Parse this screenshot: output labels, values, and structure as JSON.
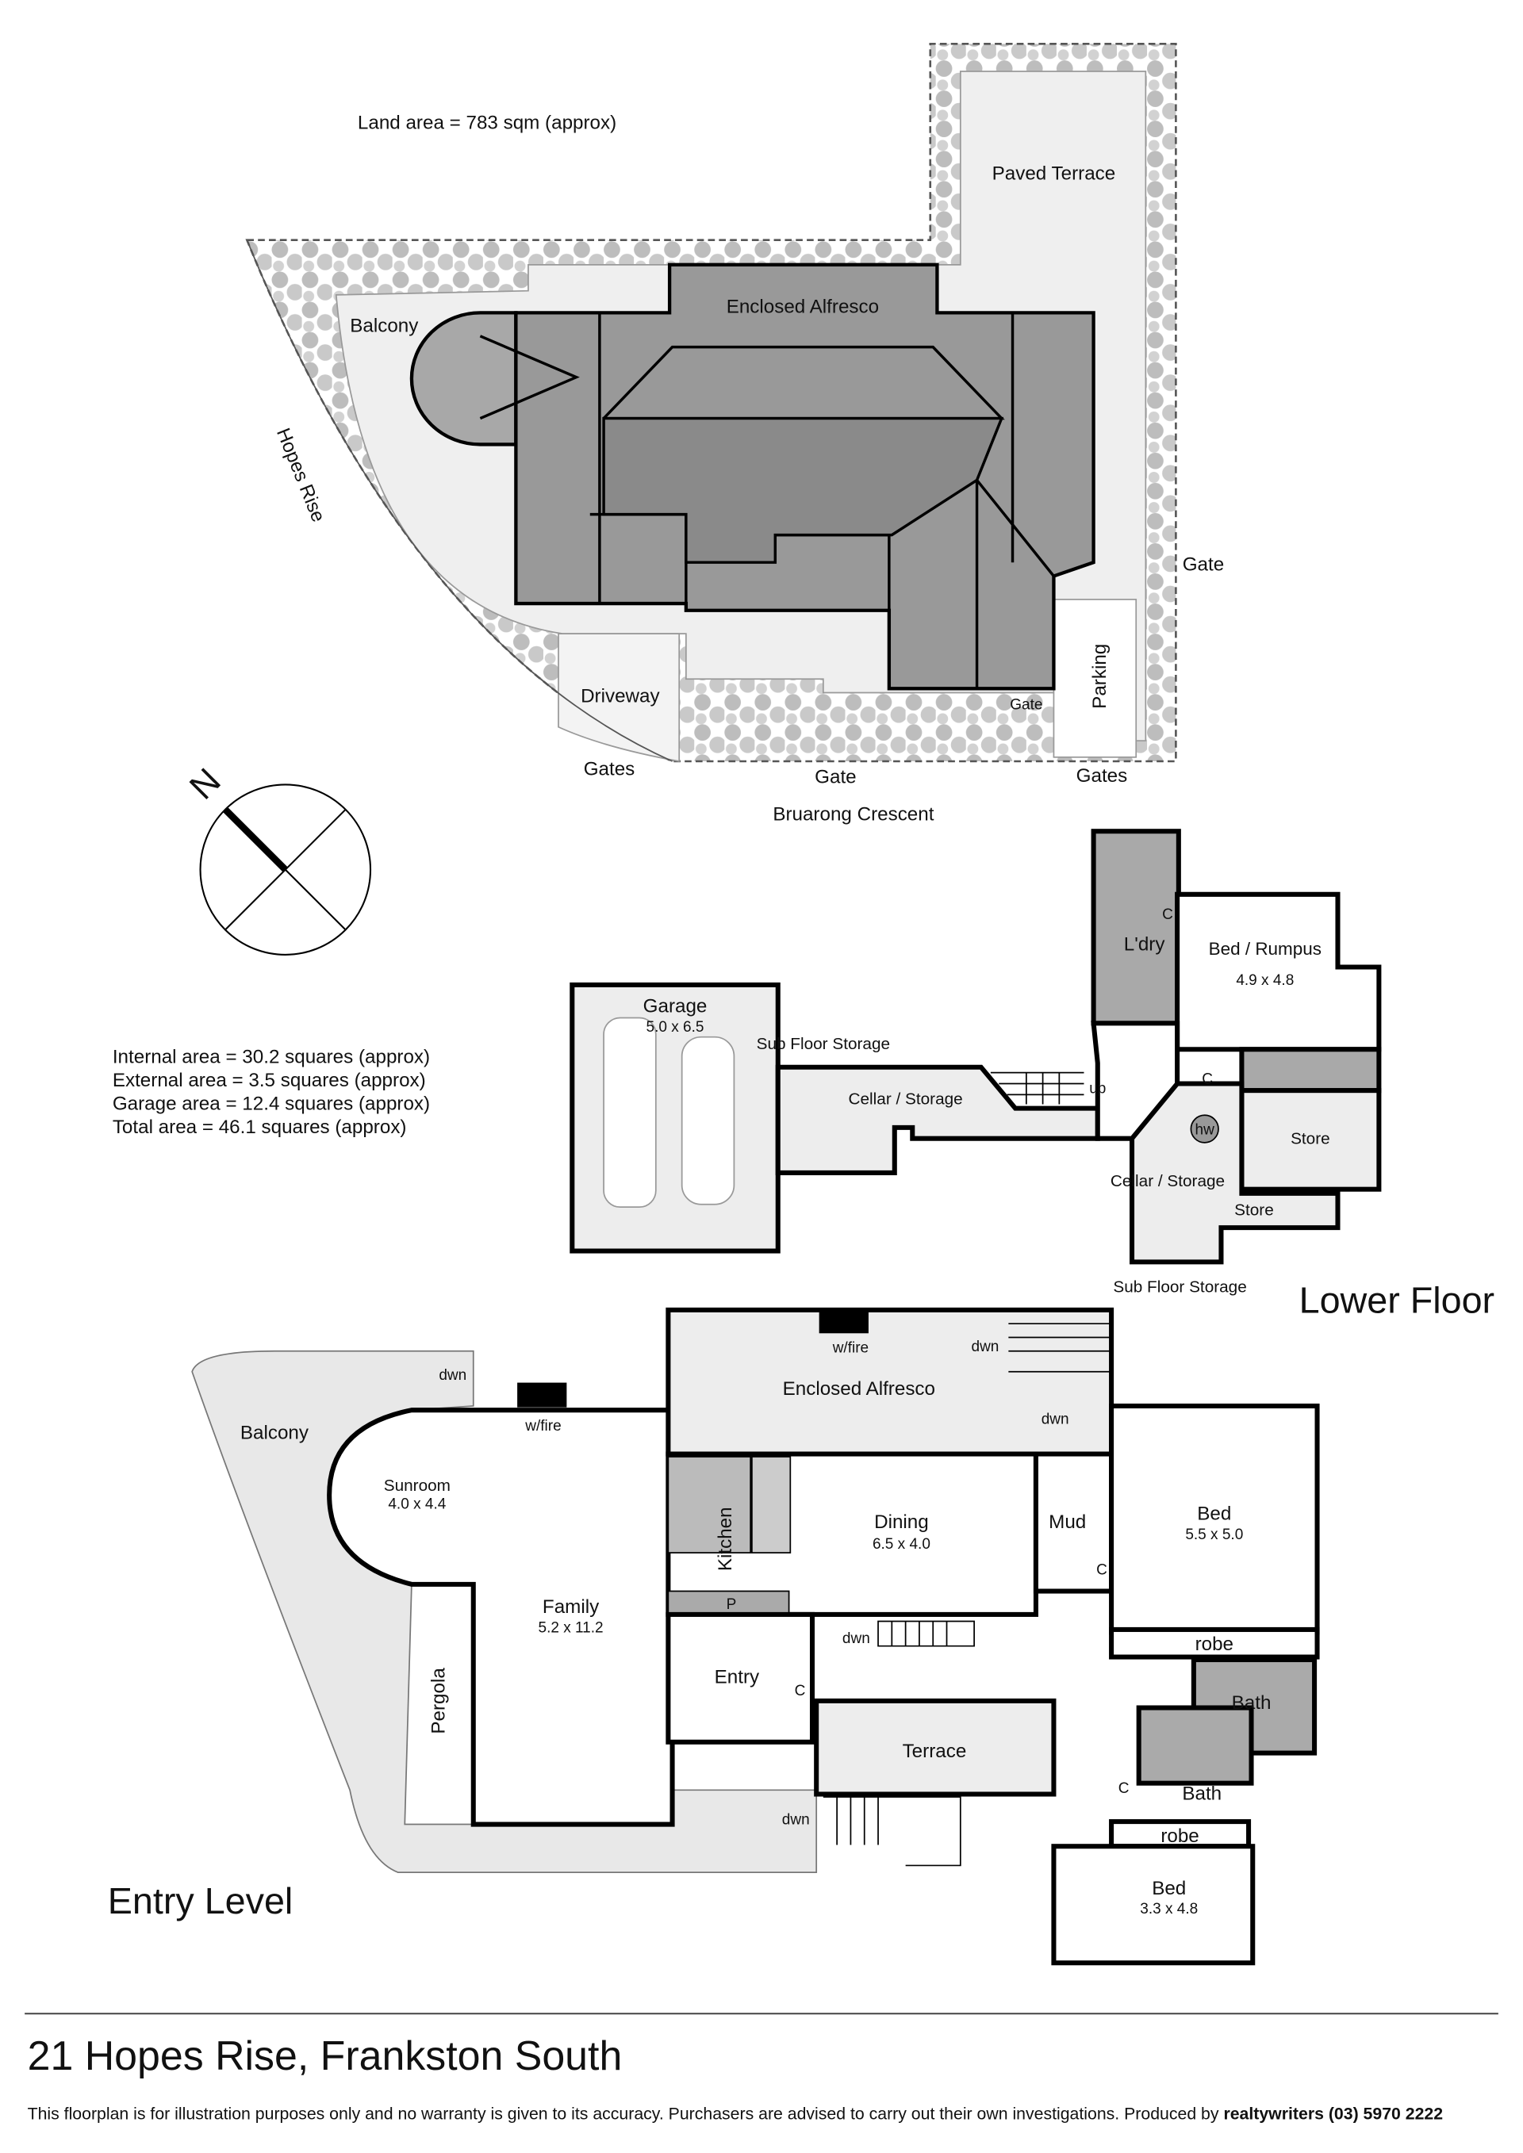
{
  "site": {
    "land_area": "Land area = 783 sqm (approx)",
    "paved_terrace": "Paved Terrace",
    "enclosed_alfresco": "Enclosed Alfresco",
    "balcony": "Balcony",
    "street_side": "Hopes Rise",
    "gate_right": "Gate",
    "parking": "Parking",
    "driveway": "Driveway",
    "gate_inner": "Gate",
    "gates_left": "Gates",
    "gate_bottom": "Gate",
    "gates_right": "Gates",
    "street_front": "Bruarong Crescent"
  },
  "compass": {
    "north": "N"
  },
  "areas": [
    "Internal area = 30.2 squares (approx)",
    "External area = 3.5 squares (approx)",
    "Garage area = 12.4 squares (approx)",
    "Total area = 46.1 squares (approx)"
  ],
  "lower_floor": {
    "title": "Lower Floor",
    "garage": {
      "name": "Garage",
      "dim": "5.0 x 6.5"
    },
    "sub_floor_storage_1": "Sub Floor Storage",
    "cellar_storage_1": "Cellar / Storage",
    "laundry": "L'dry",
    "laundry_cupboard": "C",
    "bed_rumpus": {
      "name": "Bed / Rumpus",
      "dim": "4.9 x 4.8"
    },
    "stairs_up": "up",
    "cupboard": "C",
    "hot_water": "hw",
    "store_1": "Store",
    "cellar_storage_2": "Cellar / Storage",
    "store_2": "Store",
    "sub_floor_storage_2": "Sub Floor Storage"
  },
  "entry_level": {
    "title": "Entry Level",
    "balcony": "Balcony",
    "dwn_balcony": "dwn",
    "wfire_family": "w/fire",
    "enclosed_alfresco": "Enclosed Alfresco",
    "wfire_alfresco": "w/fire",
    "dwn_alfresco_1": "dwn",
    "dwn_alfresco_2": "dwn",
    "sunroom": {
      "name": "Sunroom",
      "dim": "4.0 x 4.4"
    },
    "kitchen": "Kitchen",
    "dining": {
      "name": "Dining",
      "dim": "6.5 x 4.0"
    },
    "mud": "Mud",
    "mud_cupboard": "C",
    "bed_1": {
      "name": "Bed",
      "dim": "5.5 x 5.0"
    },
    "family": {
      "name": "Family",
      "dim": "5.2 x 11.2"
    },
    "pantry": "P",
    "dwn_entry": "dwn",
    "robe_1": "robe",
    "entry": "Entry",
    "entry_cupboard": "C",
    "bath_1": "Bath",
    "pergola": "Pergola",
    "terrace": "Terrace",
    "bath_2": "Bath",
    "hall_cupboard": "C",
    "dwn_terrace": "dwn",
    "robe_2": "robe",
    "bed_2": {
      "name": "Bed",
      "dim": "3.3 x 4.8"
    }
  },
  "footer": {
    "address": "21 Hopes Rise, Frankston South",
    "disclaimer": "This floorplan is for illustration purposes only and no warranty is given to its accuracy. Purchasers are advised to carry out their own investigations. Produced by ",
    "producer": "realtywriters (03) 5970 2222"
  }
}
